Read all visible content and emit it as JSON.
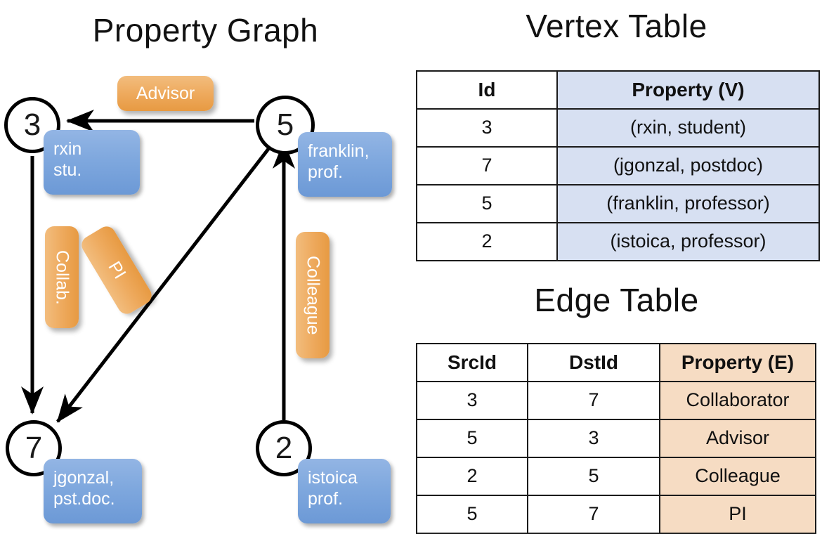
{
  "titles": {
    "property_graph": "Property Graph",
    "vertex_table": "Vertex Table",
    "edge_table": "Edge Table"
  },
  "colors": {
    "node_blue_box": "#7fa8de",
    "edge_orange_box": "#eeaa5e",
    "vertex_table_fill": "#d7e0f2",
    "edge_table_fill": "#f6dcc3",
    "stroke": "#000000",
    "background": "#ffffff"
  },
  "graph": {
    "nodes": [
      {
        "id": "3",
        "property_line1": "rxin",
        "property_line2": "stu."
      },
      {
        "id": "5",
        "property_line1": "franklin,",
        "property_line2": "prof."
      },
      {
        "id": "7",
        "property_line1": "jgonzal,",
        "property_line2": "pst.doc."
      },
      {
        "id": "2",
        "property_line1": "istoica",
        "property_line2": "prof."
      }
    ],
    "edge_labels": [
      {
        "text": "Advisor",
        "orientation": "horizontal"
      },
      {
        "text": "Collab.",
        "orientation": "vertical"
      },
      {
        "text": "PI",
        "orientation": "diagonal"
      },
      {
        "text": "Colleague",
        "orientation": "vertical"
      }
    ],
    "edges": [
      {
        "src": "5",
        "dst": "3",
        "label": "Advisor"
      },
      {
        "src": "3",
        "dst": "7",
        "label": "Collab."
      },
      {
        "src": "5",
        "dst": "7",
        "label": "PI"
      },
      {
        "src": "2",
        "dst": "5",
        "label": "Colleague"
      }
    ]
  },
  "vertex_table": {
    "headers": [
      "Id",
      "Property (V)"
    ],
    "rows": [
      {
        "id": "3",
        "property": "(rxin, student)"
      },
      {
        "id": "7",
        "property": "(jgonzal, postdoc)"
      },
      {
        "id": "5",
        "property": "(franklin, professor)"
      },
      {
        "id": "2",
        "property": "(istoica, professor)"
      }
    ]
  },
  "edge_table": {
    "headers": [
      "SrcId",
      "DstId",
      "Property (E)"
    ],
    "rows": [
      {
        "src": "3",
        "dst": "7",
        "property": "Collaborator"
      },
      {
        "src": "5",
        "dst": "3",
        "property": "Advisor"
      },
      {
        "src": "2",
        "dst": "5",
        "property": "Colleague"
      },
      {
        "src": "5",
        "dst": "7",
        "property": "PI"
      }
    ]
  }
}
